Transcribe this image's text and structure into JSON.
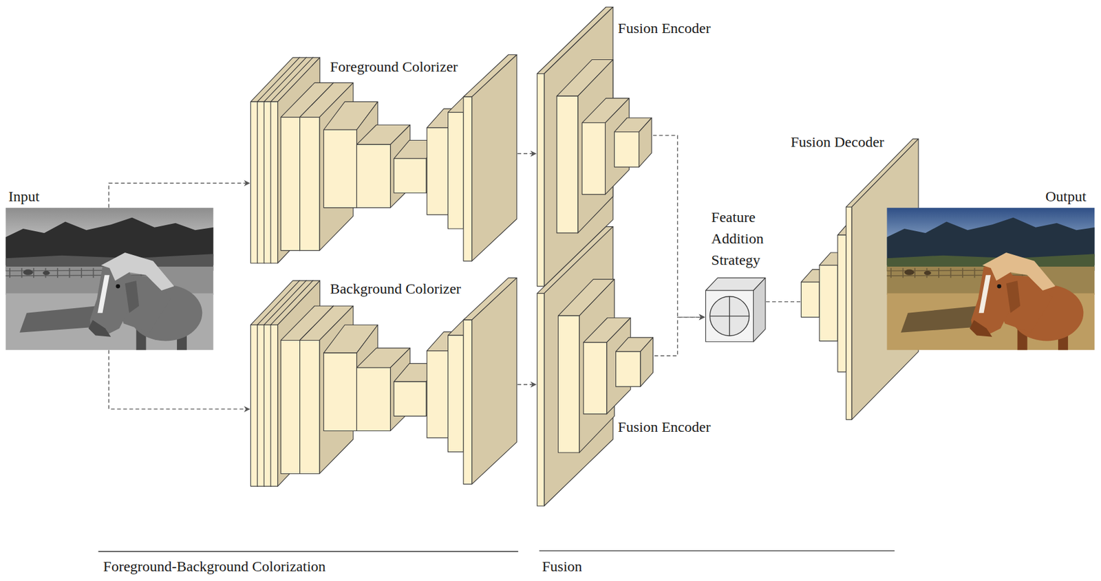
{
  "diagram": {
    "nodes": [
      {
        "text": [
          "Input"
        ]
      },
      {
        "text": [
          "Foreground Colorizer"
        ]
      },
      {
        "text": [
          "Background Colorizer"
        ]
      },
      {
        "text": [
          "Fusion Encoder"
        ]
      },
      {
        "text": [
          "Fusion Encoder"
        ]
      },
      {
        "text": [
          "Feature Addition Strategy"
        ]
      },
      {
        "text": [
          "Fusion Decoder"
        ]
      },
      {
        "text": [
          "Output"
        ]
      }
    ],
    "edges": [
      {
        "from": 0,
        "to": 1,
        "arrow": "to"
      },
      {
        "from": 0,
        "to": 2,
        "arrow": "to"
      },
      {
        "from": 1,
        "to": 3,
        "arrow": "to"
      },
      {
        "from": 2,
        "to": 4,
        "arrow": "to"
      },
      {
        "from": 3,
        "to": 5,
        "arrow": "to"
      },
      {
        "from": 4,
        "to": 5,
        "arrow": "to"
      },
      {
        "from": 5,
        "to": 6,
        "arrow": "none"
      }
    ],
    "labels": [
      "Foreground-Background Colorization",
      "Fusion"
    ]
  }
}
